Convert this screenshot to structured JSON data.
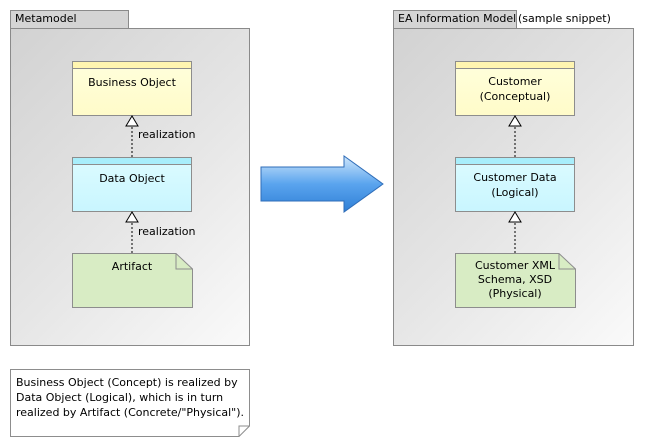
{
  "metamodel": {
    "title": "Metamodel",
    "elements": {
      "business_object": "Business Object",
      "data_object": "Data Object",
      "artifact": "Artifact"
    },
    "relations": [
      "realization",
      "realization"
    ]
  },
  "ea_model": {
    "title": "EA Information Model",
    "subtitle": "(sample snippet)",
    "elements": {
      "customer": [
        "Customer",
        "(Conceptual)"
      ],
      "customer_data": [
        "Customer Data",
        "(Logical)"
      ],
      "customer_xml": [
        "Customer XML",
        "Schema, XSD",
        "(Physical)"
      ]
    }
  },
  "note": {
    "lines": [
      "Business Object (Concept) is realized by",
      "Data Object (Logical), which is in turn",
      "realized by Artifact (Concrete/\"Physical\")."
    ]
  },
  "colors": {
    "business_layer": "#fffbc9",
    "data_layer": "#c9f6ff",
    "artifact": "#d8ecc4",
    "arrow": "#3d8ee0"
  }
}
